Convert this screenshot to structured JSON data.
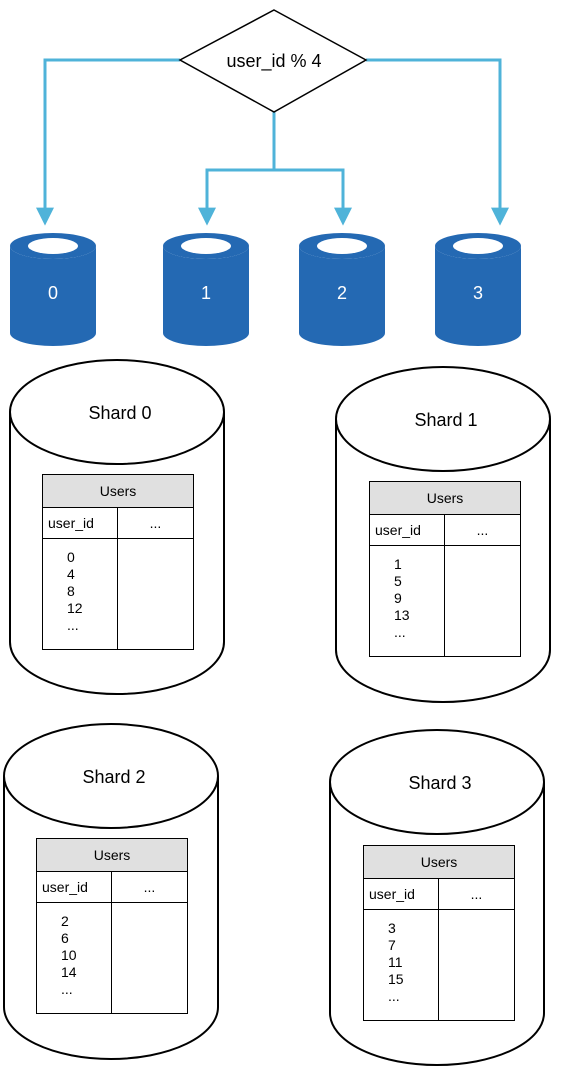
{
  "decision": {
    "label": "user_id % 4"
  },
  "colors": {
    "arrow": "#4FB3D9",
    "db_fill": "#2469B3",
    "db_top": "#ffffff"
  },
  "databases": [
    {
      "label": "0"
    },
    {
      "label": "1"
    },
    {
      "label": "2"
    },
    {
      "label": "3"
    }
  ],
  "shards": [
    {
      "title": "Shard 0",
      "table_title": "Users",
      "columns": [
        "user_id",
        "..."
      ],
      "values": [
        "0",
        "4",
        "8",
        "12",
        "..."
      ]
    },
    {
      "title": "Shard 1",
      "table_title": "Users",
      "columns": [
        "user_id",
        "..."
      ],
      "values": [
        "1",
        "5",
        "9",
        "13",
        "..."
      ]
    },
    {
      "title": "Shard 2",
      "table_title": "Users",
      "columns": [
        "user_id",
        "..."
      ],
      "values": [
        "2",
        "6",
        "10",
        "14",
        "..."
      ]
    },
    {
      "title": "Shard 3",
      "table_title": "Users",
      "columns": [
        "user_id",
        "..."
      ],
      "values": [
        "3",
        "7",
        "11",
        "15",
        "..."
      ]
    }
  ]
}
